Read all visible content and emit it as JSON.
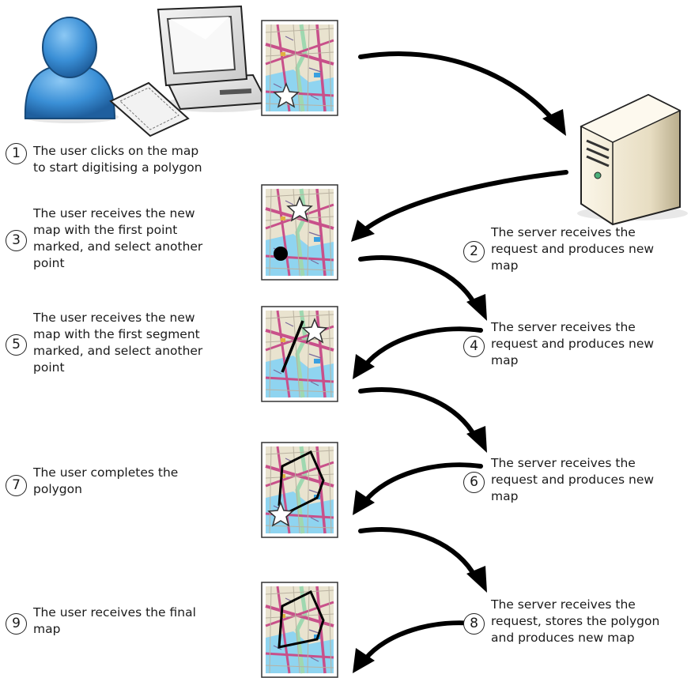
{
  "steps": [
    {
      "id": "1",
      "text": "The user clicks on the map\nto start digitising a polygon"
    },
    {
      "id": "2",
      "text": "The server receives the\nrequest and produces new\nmap"
    },
    {
      "id": "3",
      "text": "The user receives the new\nmap with the first point\nmarked, and select another\npoint"
    },
    {
      "id": "4",
      "text": "The server receives the\nrequest and produces new\nmap"
    },
    {
      "id": "5",
      "text": "The user receives the new\nmap with the first segment\nmarked, and select another\npoint"
    },
    {
      "id": "6",
      "text": "The server receives the\nrequest and produces new\nmap"
    },
    {
      "id": "7",
      "text": "The user completes the\npolygon"
    },
    {
      "id": "8",
      "text": "The server receives the\nrequest, stores the polygon\nand produces new map"
    },
    {
      "id": "9",
      "text": "The user receives the final\nmap"
    }
  ],
  "icons": {
    "user": "user-icon",
    "computer": "desktop-computer-icon",
    "keyboard": "keyboard-icon",
    "server": "server-tower-icon",
    "map": "map-thumbnail-icon",
    "arrow": "curved-arrow-icon"
  },
  "colors": {
    "user_blue": "#3a8fd6",
    "map_bg": "#e9e3cf",
    "road": "#c8508a",
    "water": "#8fd4f0",
    "arrow": "#000000"
  }
}
